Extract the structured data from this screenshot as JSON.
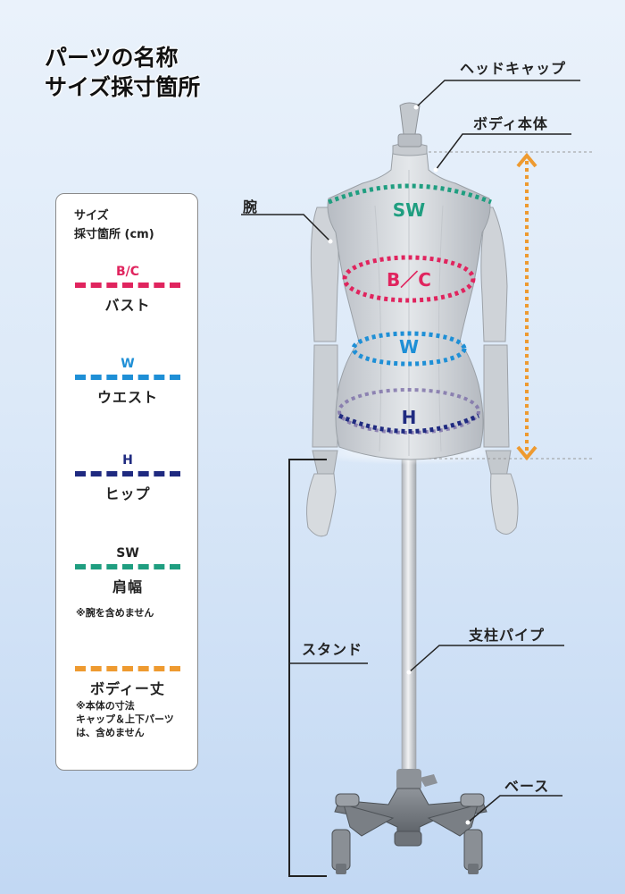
{
  "title": {
    "line1": "パーツの名称",
    "line2": "サイズ採寸箇所"
  },
  "legend": {
    "heading1": "サイズ",
    "heading2": "採寸箇所 (cm)",
    "bust": {
      "code": "B/C",
      "name": "バスト",
      "color": "#e0245e"
    },
    "waist": {
      "code": "W",
      "name": "ウエスト",
      "color": "#1e8fd6"
    },
    "hip": {
      "code": "H",
      "name": "ヒップ",
      "color": "#1f2a80"
    },
    "shoulder": {
      "code": "SW",
      "name": "肩幅",
      "color": "#1f9e80",
      "note": "※腕を含めません"
    },
    "body_length": {
      "code": "",
      "name": "ボディー丈",
      "color": "#ee9a30",
      "note1": "※本体の寸法",
      "note2": "キャップ＆上下パーツ",
      "note3": "は、含めません"
    }
  },
  "parts": {
    "head_cap": "ヘッドキャップ",
    "body": "ボディ本体",
    "arm": "腕",
    "stand": "スタンド",
    "pole": "支柱パイプ",
    "base": "ベース"
  },
  "torso_labels": {
    "sw": "SW",
    "bc": "B／C",
    "w": "W",
    "h": "H"
  }
}
